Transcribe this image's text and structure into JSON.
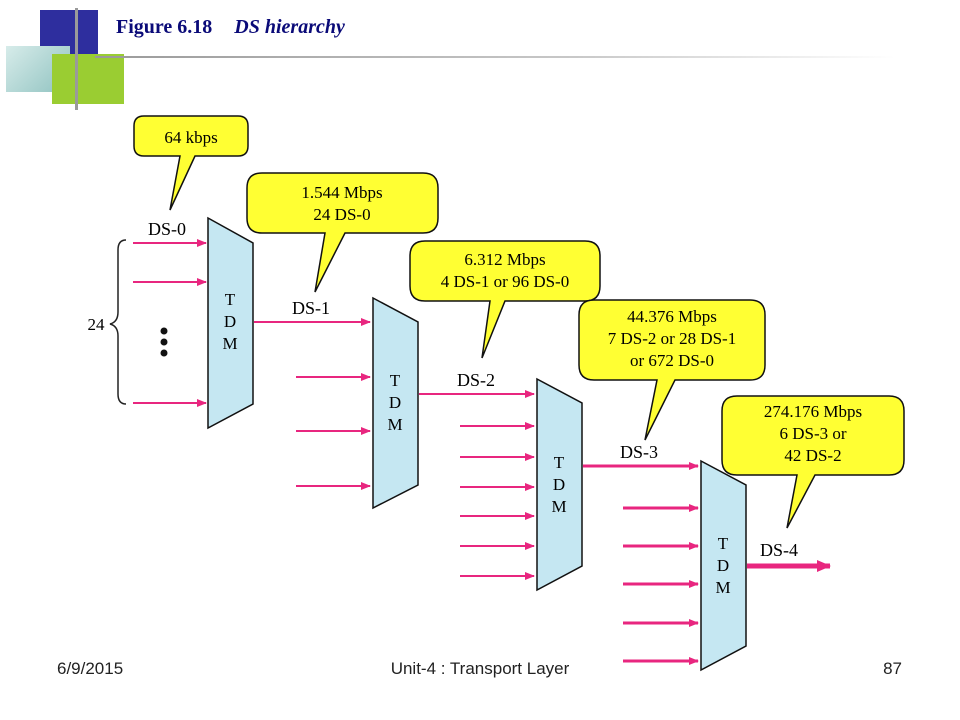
{
  "figure": {
    "number": "Figure 6.18",
    "caption": "DS hierarchy"
  },
  "colors": {
    "bubble_fill": "#ffff33",
    "mux_fill": "#c5e7f2",
    "arrow": "#e8267f",
    "title": "#0a0a78"
  },
  "callouts": [
    {
      "lines": [
        "64 kbps"
      ]
    },
    {
      "lines": [
        "1.544 Mbps",
        "24 DS-0"
      ]
    },
    {
      "lines": [
        "6.312 Mbps",
        "4 DS-1 or 96 DS-0"
      ]
    },
    {
      "lines": [
        "44.376 Mbps",
        "7 DS-2 or 28 DS-1",
        "or 672 DS-0"
      ]
    },
    {
      "lines": [
        "274.176 Mbps",
        "6 DS-3 or",
        "42 DS-2"
      ]
    }
  ],
  "multiplexers": [
    {
      "label": [
        "T",
        "D",
        "M"
      ]
    },
    {
      "label": [
        "T",
        "D",
        "M"
      ]
    },
    {
      "label": [
        "T",
        "D",
        "M"
      ]
    },
    {
      "label": [
        "T",
        "D",
        "M"
      ]
    }
  ],
  "signals": [
    "DS-0",
    "DS-1",
    "DS-2",
    "DS-3",
    "DS-4"
  ],
  "input_count_label": "24",
  "footer": {
    "date": "6/9/2015",
    "center": "Unit-4 : Transport Layer",
    "page": "87"
  }
}
